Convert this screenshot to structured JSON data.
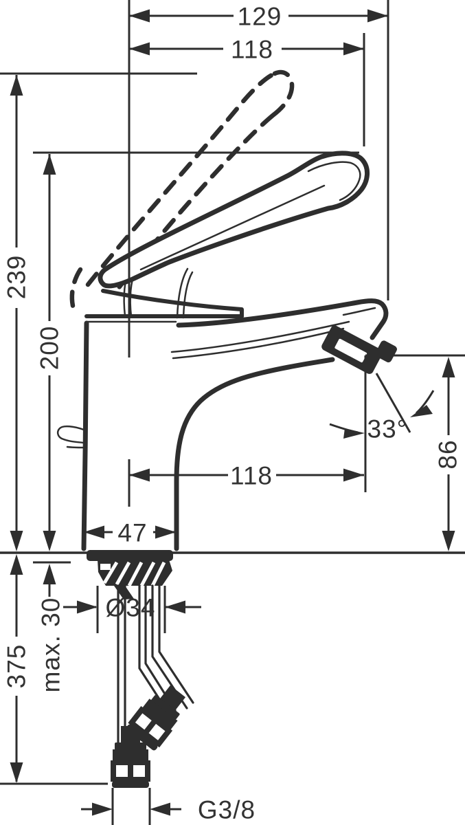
{
  "drawing": {
    "title": "single-lever-basin-faucet-dimension-drawing",
    "colors": {
      "line": "#2e2e2e",
      "text": "#333333",
      "background": "#ffffff"
    },
    "dimensions": {
      "overall_projection": "129",
      "handle_projection": "118",
      "overall_height": "239",
      "handle_height": "200",
      "spray_angle": "33°",
      "outlet_height": "86",
      "spout_reach": "118",
      "body_width": "47",
      "hole_diameter": "Ø34",
      "max_deck_thickness": "max. 30",
      "hose_length": "375",
      "connection_thread": "G3/8"
    }
  }
}
